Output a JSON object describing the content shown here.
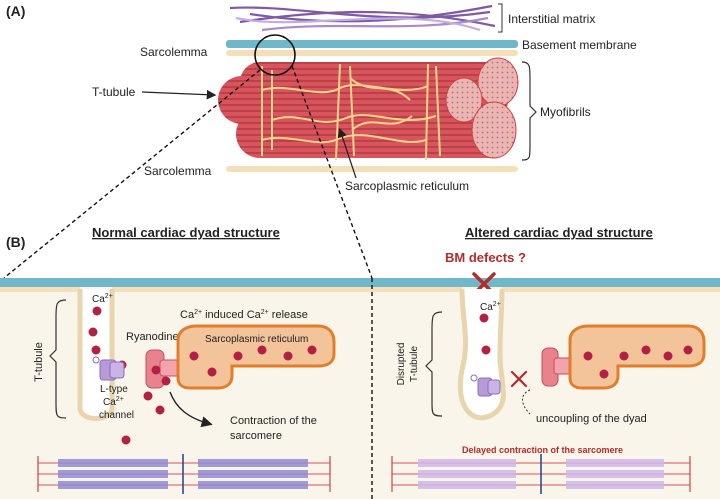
{
  "panel_a": {
    "label": "(A)",
    "interstitial_matrix": "Interstitial matrix",
    "basement_membrane": "Basement membrane",
    "sarcolemma_top": "Sarcolemma",
    "sarcolemma_bottom": "Sarcolemma",
    "t_tubule": "T-tubule",
    "myofibrils": "Myofibrils",
    "sarcoplasmic_reticulum": "Sarcoplasmic reticulum"
  },
  "panel_b": {
    "label": "(B)",
    "normal": {
      "title": "Normal cardiac dyad structure",
      "ca_label": "Ca",
      "ca_sup": "2+",
      "release_pre": "Ca",
      "release_sup": "2+",
      "release_post": " induced Ca",
      "release_sup2": "2+",
      "release_end": " release",
      "ryanodine": "Ryanodine",
      "sr": "Sarcoplasmic reticulum",
      "t_tubule": "T-tubule",
      "ltype_line1": "L-type",
      "ltype_line2": "Ca",
      "ltype_sup": "2+",
      "ltype_line3": "channel",
      "contraction_line1": "Contraction of the",
      "contraction_line2": "sarcomere"
    },
    "altered": {
      "title": "Altered cardiac dyad structure",
      "bm_defects": "BM defects ?",
      "ca_label": "Ca",
      "ca_sup": "2+",
      "disrupted_line1": "Disrupted",
      "disrupted_line2": "T-tubule",
      "uncoupling": "uncoupling of the dyad",
      "delayed": "Delayed contraction of the sarcomere"
    }
  },
  "colors": {
    "basement_membrane": "#6fb7c9",
    "sarcolemma": "#f5dfb8",
    "cytoplasm": "#faf5ea",
    "muscle": "#d2454f",
    "sr_fill": "#f3c39a",
    "sr_stroke": "#e07e2b",
    "ca_ion": "#b22044",
    "ltype": "#b79bd9",
    "ryanodine": "#e8828d",
    "bm_defect": "#b32c2c"
  }
}
